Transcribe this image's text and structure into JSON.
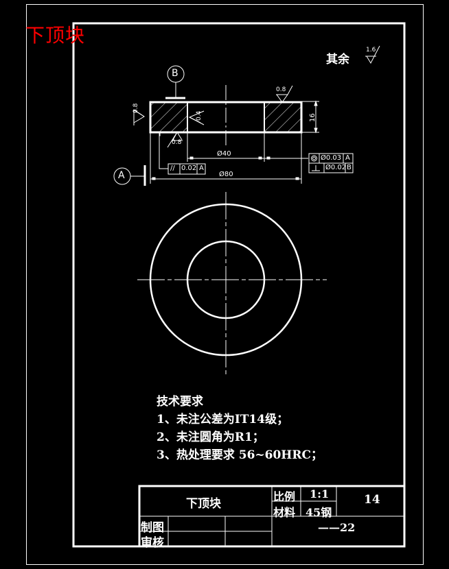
{
  "drawing": {
    "title_red": "下顶块",
    "roughness_note": {
      "label": "其余",
      "value": "1.6"
    },
    "datums": [
      "A",
      "B"
    ],
    "section_view": {
      "roughness_left": "0.8",
      "roughness_inner": "0.4",
      "roughness_bottom": "0.8",
      "roughness_top": "0.8",
      "height_dim": "16",
      "inner_dia": "Ø40",
      "outer_dia": "Ø80"
    },
    "tolerances": [
      {
        "symbol": "parallelism",
        "glyph": "//",
        "value": "0.02",
        "datum": "A"
      },
      {
        "symbol": "concentricity",
        "glyph": "◎",
        "value": "Ø0.03",
        "datum": "A"
      },
      {
        "symbol": "perpendicularity",
        "glyph": "⊥",
        "value": "Ø0.02",
        "datum": "B"
      }
    ],
    "plan_view": {
      "outer_circle_dia": "80",
      "inner_circle_dia": "40"
    }
  },
  "requirements": {
    "heading": "技术要求",
    "items": [
      "1、未注公差为IT14级；",
      "2、未注圆角为R1；",
      "3、热处理要求 56~60HRC；"
    ]
  },
  "title_block": {
    "part_name": "下顶块",
    "scale_label": "比例",
    "scale_value": "1:1",
    "material_label": "材料",
    "material_value": "45钢",
    "sheet_no": "14",
    "drawing_no": "——22",
    "drawn_label": "制图",
    "checked_label": "审核"
  },
  "colors": {
    "background": "#000000",
    "lines": "#ffffff",
    "title": "#ff0000"
  }
}
